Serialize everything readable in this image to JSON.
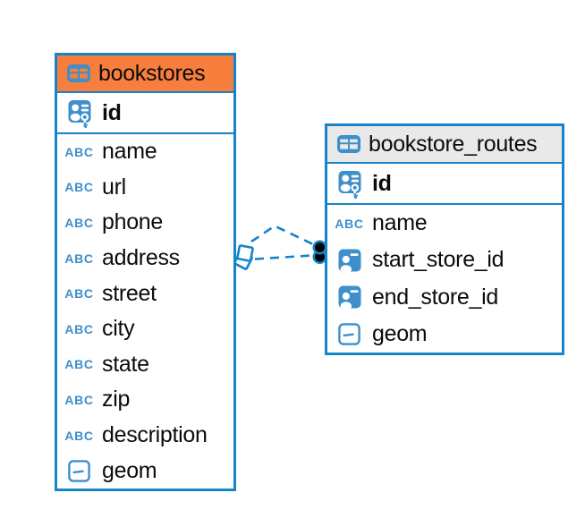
{
  "colors": {
    "accent_blue": "#1584C8",
    "icon_blue": "#3E8FCC",
    "header_orange": "#F87E3D",
    "header_gray": "#E9E9E9",
    "text": "#0B0B0B",
    "marker_black": "#000000",
    "background": "#FFFFFF"
  },
  "icons": {
    "text_type_label": "ABC"
  },
  "diagram": {
    "tables": [
      {
        "name": "bookstores",
        "header_style": "orange",
        "key_columns": [
          {
            "name": "id",
            "icon": "primary-key"
          }
        ],
        "columns": [
          {
            "name": "name",
            "icon": "text"
          },
          {
            "name": "url",
            "icon": "text"
          },
          {
            "name": "phone",
            "icon": "text"
          },
          {
            "name": "address",
            "icon": "text"
          },
          {
            "name": "street",
            "icon": "text"
          },
          {
            "name": "city",
            "icon": "text"
          },
          {
            "name": "state",
            "icon": "text"
          },
          {
            "name": "zip",
            "icon": "text"
          },
          {
            "name": "description",
            "icon": "text"
          },
          {
            "name": "geom",
            "icon": "geometry"
          }
        ]
      },
      {
        "name": "bookstore_routes",
        "header_style": "gray",
        "key_columns": [
          {
            "name": "id",
            "icon": "primary-key"
          }
        ],
        "columns": [
          {
            "name": "name",
            "icon": "text"
          },
          {
            "name": "start_store_id",
            "icon": "foreign-key"
          },
          {
            "name": "end_store_id",
            "icon": "foreign-key"
          },
          {
            "name": "geom",
            "icon": "geometry"
          }
        ]
      }
    ],
    "relationships": [
      {
        "from_table": "bookstore_routes",
        "to_table": "bookstores",
        "line_style": "dashed",
        "source_marker": "square",
        "target_marker": "dot"
      },
      {
        "from_table": "bookstore_routes",
        "to_table": "bookstores",
        "line_style": "dashed",
        "source_marker": "square",
        "target_marker": "dot"
      }
    ]
  }
}
